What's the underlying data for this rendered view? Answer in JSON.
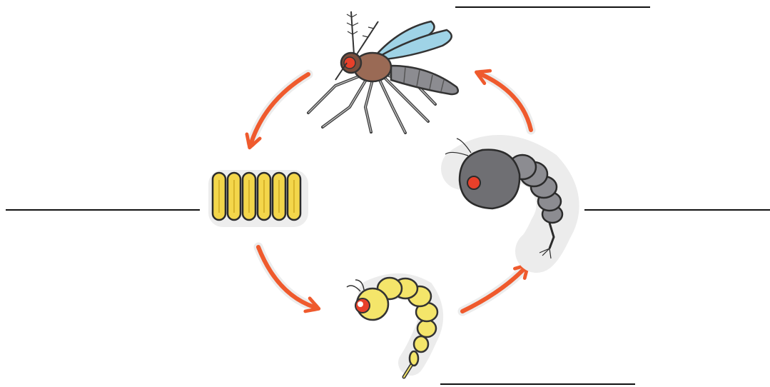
{
  "diagram": {
    "blanks": [
      {
        "id": "adult",
        "stage": "adult mosquito",
        "text": ""
      },
      {
        "id": "eggs",
        "stage": "eggs",
        "text": ""
      },
      {
        "id": "pupa",
        "stage": "pupa",
        "text": ""
      },
      {
        "id": "larva",
        "stage": "larva",
        "text": ""
      }
    ],
    "stages": [
      "adult-mosquito",
      "eggs",
      "larva",
      "pupa"
    ],
    "arrows": [
      "adult-to-eggs",
      "eggs-to-larva",
      "larva-to-pupa",
      "pupa-to-adult"
    ],
    "colors": {
      "arrow": "#ef5a2d",
      "line": "#111111",
      "egg": "#f3d64b",
      "larva": "#f4e56a",
      "pupa": "#6f6f73",
      "eye": "#e8402a",
      "wing": "#9fd3e6",
      "thorax": "#9a6a55",
      "abdomen": "#8c8c91"
    }
  }
}
